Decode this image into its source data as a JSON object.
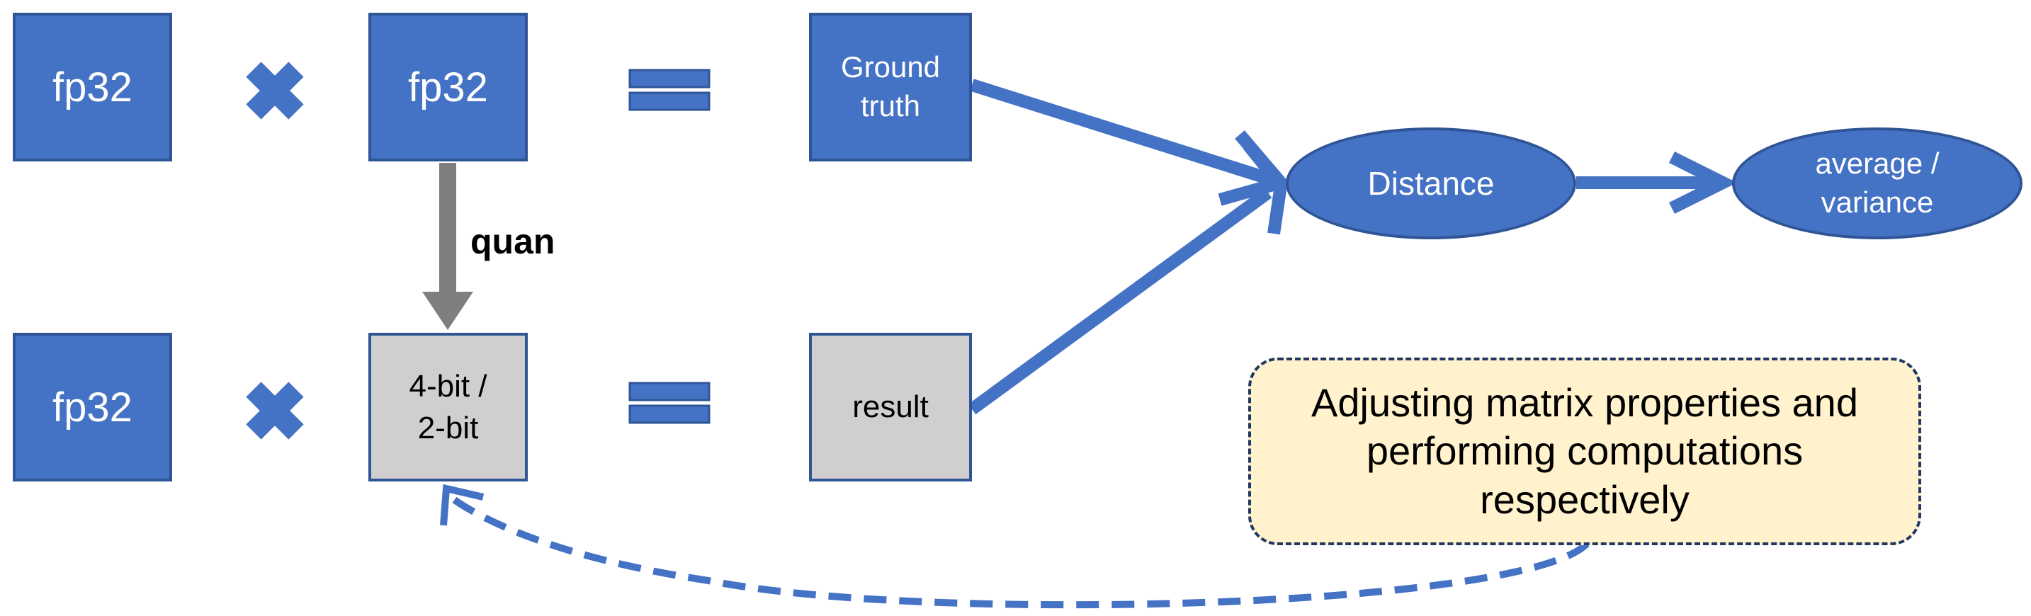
{
  "row1": {
    "left_label": "fp32",
    "mid_label": "fp32",
    "result_label": "Ground truth"
  },
  "row2": {
    "left_label": "fp32",
    "mid_label": "4-bit / 2-bit",
    "result_label": "result"
  },
  "arrow_label": "quan",
  "distance_label": "Distance",
  "stats_label": "average / variance",
  "note_text": "Adjusting matrix properties and performing computations respectively",
  "colors": {
    "box_fill": "#4472c4",
    "box_border": "#2f5597",
    "gray_fill": "#d0cece",
    "gray_arrow": "#7f7f7f",
    "note_fill": "#fff2cc",
    "note_border": "#1f3864"
  }
}
